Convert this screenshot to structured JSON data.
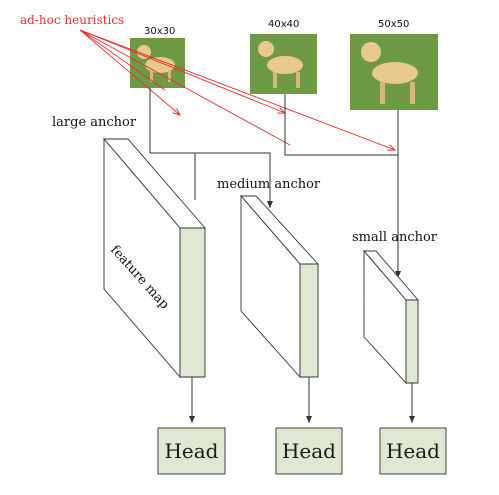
{
  "heuristics_label": "ad-hoc heuristics",
  "images": [
    {
      "size_label": "30x30"
    },
    {
      "size_label": "40x40"
    },
    {
      "size_label": "50x50"
    }
  ],
  "anchors": {
    "large": "large anchor",
    "medium": "medium anchor",
    "small": "small anchor"
  },
  "feature_map_label": "feature map",
  "heads": [
    "Head",
    "Head",
    "Head"
  ],
  "colors": {
    "accent_red": "#e03030",
    "face_fill": "#dfe8d2",
    "head_fill": "#dfe8d2",
    "line": "#333333"
  }
}
